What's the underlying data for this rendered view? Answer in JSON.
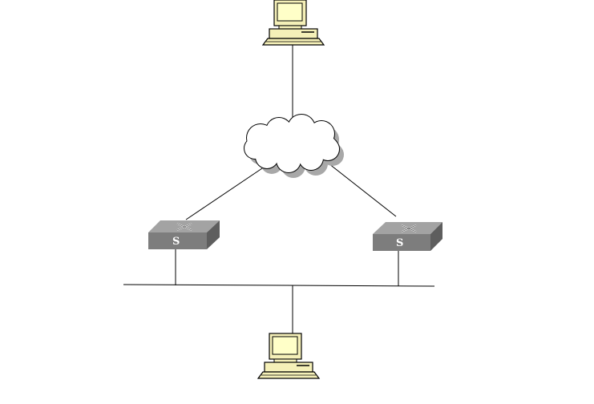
{
  "diagram": {
    "type": "network-topology",
    "nodes": [
      {
        "id": "pc-top",
        "kind": "computer",
        "label": ""
      },
      {
        "id": "cloud",
        "kind": "network-cloud",
        "label": ""
      },
      {
        "id": "switch-left",
        "kind": "switch",
        "label": "S"
      },
      {
        "id": "switch-right",
        "kind": "switch",
        "label": "S"
      },
      {
        "id": "lan-bus",
        "kind": "lan-segment",
        "label": ""
      },
      {
        "id": "pc-bottom",
        "kind": "computer",
        "label": ""
      }
    ],
    "links": [
      {
        "from": "pc-top",
        "to": "cloud"
      },
      {
        "from": "cloud",
        "to": "switch-left"
      },
      {
        "from": "cloud",
        "to": "switch-right"
      },
      {
        "from": "switch-left",
        "to": "lan-bus"
      },
      {
        "from": "switch-right",
        "to": "lan-bus"
      },
      {
        "from": "lan-bus",
        "to": "pc-bottom"
      }
    ],
    "switch_left_label": "S",
    "switch_right_label": "S",
    "colors": {
      "line": "#000000",
      "computer_body": "#f5f0b8",
      "computer_screen": "#ffffc8",
      "switch_top": "#a3a3a3",
      "switch_front": "#7d7d7d",
      "switch_side": "#5e5e5e",
      "cloud_fill": "#ffffff",
      "cloud_shadow": "#a8a8a8"
    }
  }
}
